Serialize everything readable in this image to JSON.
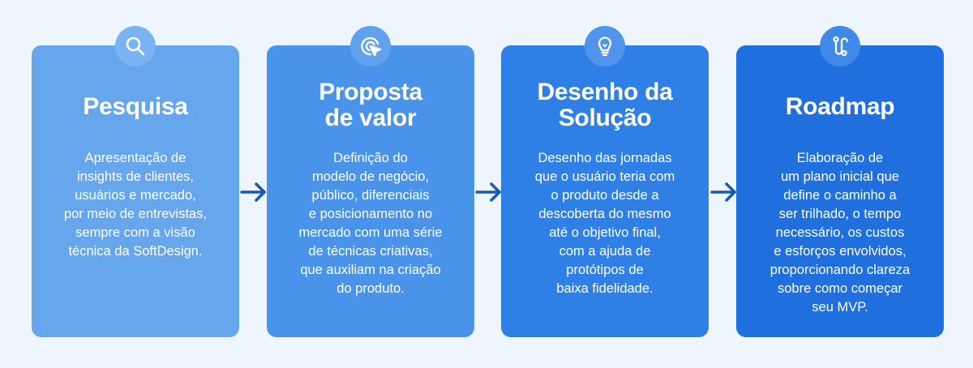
{
  "colors": {
    "background": "#eef5fd",
    "card1": "#66a6ed",
    "card2": "#4a93ea",
    "card3": "#2f80e6",
    "card4": "#1f6fde",
    "arrow": "#1a59b4"
  },
  "steps": [
    {
      "icon": "search-icon",
      "title": "Pesquisa",
      "description": "Apresentação de\ninsights de clientes,\nusuários e mercado,\npor meio de entrevistas,\nsempre com a visão\ntécnica da SoftDesign."
    },
    {
      "icon": "target-click-icon",
      "title": "Proposta\nde valor",
      "description": "Definição do\nmodelo de negócio,\npúblico, diferenciais\ne posicionamento no\nmercado com uma série\nde técnicas criativas,\nque auxiliam na criação\ndo produto."
    },
    {
      "icon": "lightbulb-icon",
      "title": "Desenho da\nSolução",
      "description": "Desenho das jornadas\nque o usuário teria com\no produto desde a\ndescoberta do mesmo\naté o objetivo final,\ncom a ajuda de\nprotótipos de\nbaixa fidelidade."
    },
    {
      "icon": "route-icon",
      "title": "Roadmap",
      "description": "Elaboração de\num plano inicial que\ndefine o caminho a\nser trilhado, o tempo\nnecessário, os custos\ne esforços envolvidos,\nproporcionando clareza\nsobre como começar\nseu MVP."
    }
  ]
}
